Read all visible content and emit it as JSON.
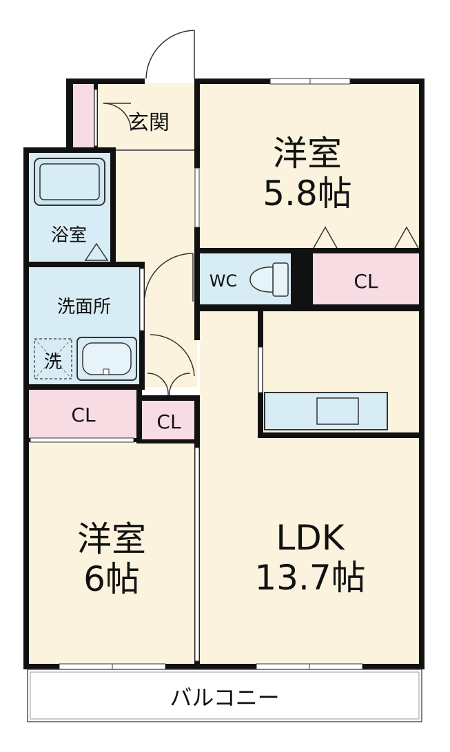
{
  "colors": {
    "wall": "#111111",
    "floor": "#fbf3dd",
    "wet": "#d7ecf5",
    "closet": "#f8dce4",
    "window": "#ffffff",
    "line": "#333333"
  },
  "rooms": {
    "entrance": "玄関",
    "western_room_1": "洋室",
    "western_room_1_size": "5.8帖",
    "bath": "浴室",
    "wc": "WC",
    "cl_1": "CL",
    "washroom": "洗面所",
    "washer": "洗",
    "cl_2": "CL",
    "cl_3": "CL",
    "western_room_2": "洋室",
    "western_room_2_size": "6帖",
    "ldk": "LDK",
    "ldk_size": "13.7帖",
    "balcony": "バルコニー"
  }
}
